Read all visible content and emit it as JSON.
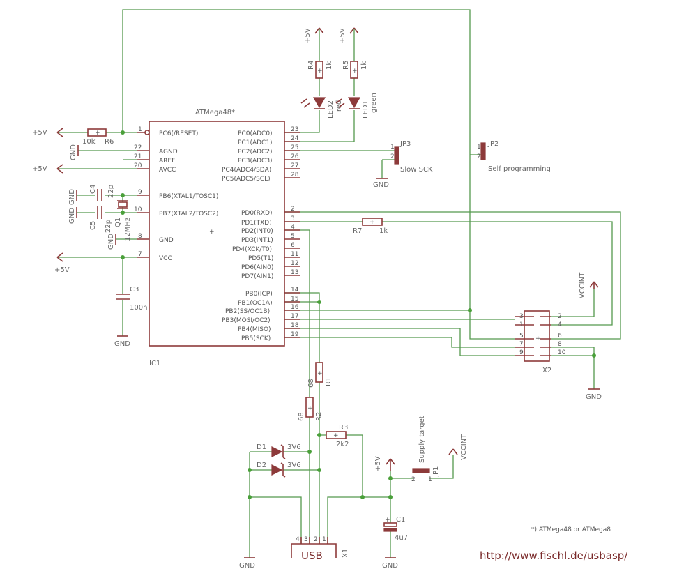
{
  "ic1": {
    "name": "ATMega48*",
    "ref": "IC1",
    "left_pins": [
      {
        "num": "1",
        "label": "PC6(/RESET)"
      },
      {
        "num": "22",
        "label": "AGND"
      },
      {
        "num": "21",
        "label": "AREF"
      },
      {
        "num": "20",
        "label": "AVCC"
      },
      {
        "num": "9",
        "label": "PB6(XTAL1/TOSC1)"
      },
      {
        "num": "10",
        "label": "PB7(XTAL2/TOSC2)"
      },
      {
        "num": "8",
        "label": "GND"
      },
      {
        "num": "7",
        "label": "VCC"
      }
    ],
    "right_pins": [
      {
        "num": "23",
        "label": "PC0(ADC0)"
      },
      {
        "num": "24",
        "label": "PC1(ADC1)"
      },
      {
        "num": "25",
        "label": "PC2(ADC2)"
      },
      {
        "num": "26",
        "label": "PC3(ADC3)"
      },
      {
        "num": "27",
        "label": "PC4(ADC4/SDA)"
      },
      {
        "num": "28",
        "label": "PC5(ADC5/SCL)"
      },
      {
        "num": "2",
        "label": "PD0(RXD)"
      },
      {
        "num": "3",
        "label": "PD1(TXD)"
      },
      {
        "num": "4",
        "label": "PD2(INT0)"
      },
      {
        "num": "5",
        "label": "PD3(INT1)"
      },
      {
        "num": "6",
        "label": "PD4(XCK/T0)"
      },
      {
        "num": "11",
        "label": "PD5(T1)"
      },
      {
        "num": "12",
        "label": "PD6(AIN0)"
      },
      {
        "num": "13",
        "label": "PD7(AIN1)"
      },
      {
        "num": "14",
        "label": "PB0(ICP)"
      },
      {
        "num": "15",
        "label": "PB1(OC1A)"
      },
      {
        "num": "16",
        "label": "PB2(SS/OC1B)"
      },
      {
        "num": "17",
        "label": "PB3(MOSI/OC2)"
      },
      {
        "num": "18",
        "label": "PB4(MISO)"
      },
      {
        "num": "19",
        "label": "PB5(SCK)"
      }
    ]
  },
  "supply": {
    "plus5v": "+5V",
    "gnd": "GND",
    "vccint": "VCCINT"
  },
  "parts": {
    "r1": {
      "ref": "R1",
      "value": "68"
    },
    "r2": {
      "ref": "R2",
      "value": "68"
    },
    "r3": {
      "ref": "R3",
      "value": "2k2"
    },
    "r4": {
      "ref": "R4",
      "value": "1k"
    },
    "r5": {
      "ref": "R5",
      "value": "1k"
    },
    "r6": {
      "ref": "R6",
      "value": "10k"
    },
    "r7": {
      "ref": "R7",
      "value": "1k"
    },
    "c1": {
      "ref": "C1",
      "value": "4u7"
    },
    "c3": {
      "ref": "C3",
      "value": "100n"
    },
    "c4": {
      "ref": "C4",
      "value": "22p"
    },
    "c5": {
      "ref": "C5",
      "value": "22p"
    },
    "q1": {
      "ref": "Q1",
      "value": "12MHz"
    },
    "d1": {
      "ref": "D1",
      "value": "3V6"
    },
    "d2": {
      "ref": "D2",
      "value": "3V6"
    },
    "led1": {
      "ref": "LED1",
      "color": "green"
    },
    "led2": {
      "ref": "LED2",
      "color": "red"
    },
    "jp1": {
      "ref": "JP1",
      "label": "Supply target"
    },
    "jp2": {
      "ref": "JP2",
      "label": "Self programming"
    },
    "jp3": {
      "ref": "JP3",
      "label": "Slow SCK"
    },
    "x1": {
      "ref": "X1",
      "label": "USB",
      "pins": [
        "4",
        "3",
        "2",
        "1"
      ]
    },
    "x2": {
      "ref": "X2",
      "left_pins": [
        "1",
        "3",
        "5",
        "7",
        "9"
      ],
      "right_pins": [
        "2",
        "4",
        "6",
        "8",
        "10"
      ]
    }
  },
  "jumper_pins": {
    "one": "1",
    "two": "2"
  },
  "footnote": "*) ATMega48 or ATMega8",
  "url": "http://www.fischl.de/usbasp/"
}
